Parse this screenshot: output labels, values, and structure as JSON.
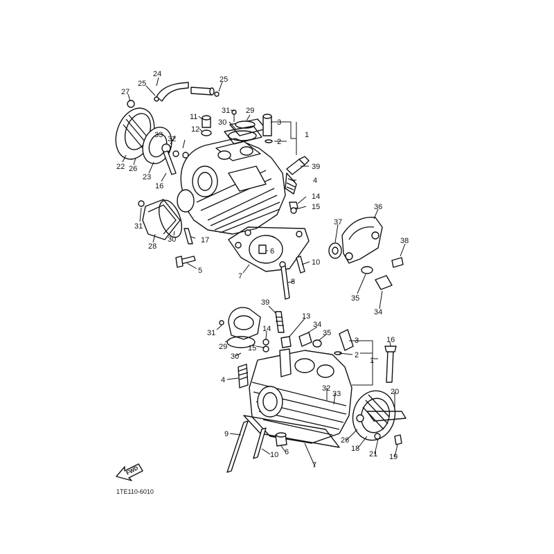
{
  "diagram": {
    "drawing_code": "1TE110-6010",
    "fwd_label": "FWD",
    "callouts": [
      {
        "id": "c-24a",
        "label": "24"
      },
      {
        "id": "c-25a",
        "label": "25"
      },
      {
        "id": "c-25b",
        "label": "25"
      },
      {
        "id": "c-27a",
        "label": "27"
      },
      {
        "id": "c-31a",
        "label": "31"
      },
      {
        "id": "c-29a",
        "label": "29"
      },
      {
        "id": "c-11a",
        "label": "11"
      },
      {
        "id": "c-30a",
        "label": "30"
      },
      {
        "id": "c-3a",
        "label": "3"
      },
      {
        "id": "c-12a",
        "label": "12"
      },
      {
        "id": "c-2a",
        "label": "2"
      },
      {
        "id": "c-1a",
        "label": "1"
      },
      {
        "id": "c-33a",
        "label": "33"
      },
      {
        "id": "c-32a",
        "label": "32"
      },
      {
        "id": "c-22a",
        "label": "22"
      },
      {
        "id": "c-26a",
        "label": "26"
      },
      {
        "id": "c-23a",
        "label": "23"
      },
      {
        "id": "c-16a",
        "label": "16"
      },
      {
        "id": "c-39a",
        "label": "39"
      },
      {
        "id": "c-4a",
        "label": "4"
      },
      {
        "id": "c-14a",
        "label": "14"
      },
      {
        "id": "c-15a",
        "label": "15"
      },
      {
        "id": "c-31b",
        "label": "31"
      },
      {
        "id": "c-28a",
        "label": "28"
      },
      {
        "id": "c-30b",
        "label": "30"
      },
      {
        "id": "c-17a",
        "label": "17"
      },
      {
        "id": "c-5a",
        "label": "5"
      },
      {
        "id": "c-6a",
        "label": "6"
      },
      {
        "id": "c-7a",
        "label": "7"
      },
      {
        "id": "c-10a",
        "label": "10"
      },
      {
        "id": "c-8a",
        "label": "8"
      },
      {
        "id": "c-36a",
        "label": "36"
      },
      {
        "id": "c-37a",
        "label": "37"
      },
      {
        "id": "c-38a",
        "label": "38"
      },
      {
        "id": "c-35a",
        "label": "35"
      },
      {
        "id": "c-34a",
        "label": "34"
      },
      {
        "id": "c-39b",
        "label": "39"
      },
      {
        "id": "c-13a",
        "label": "13"
      },
      {
        "id": "c-14b",
        "label": "14"
      },
      {
        "id": "c-34b",
        "label": "34"
      },
      {
        "id": "c-35b",
        "label": "35"
      },
      {
        "id": "c-31c",
        "label": "31"
      },
      {
        "id": "c-29b",
        "label": "29"
      },
      {
        "id": "c-15b",
        "label": "15"
      },
      {
        "id": "c-3b",
        "label": "3"
      },
      {
        "id": "c-16b",
        "label": "16"
      },
      {
        "id": "c-30c",
        "label": "30"
      },
      {
        "id": "c-2b",
        "label": "2"
      },
      {
        "id": "c-1b",
        "label": "1"
      },
      {
        "id": "c-4b",
        "label": "4"
      },
      {
        "id": "c-32b",
        "label": "32"
      },
      {
        "id": "c-33b",
        "label": "33"
      },
      {
        "id": "c-20a",
        "label": "20"
      },
      {
        "id": "c-9a",
        "label": "9"
      },
      {
        "id": "c-26b",
        "label": "26"
      },
      {
        "id": "c-18a",
        "label": "18"
      },
      {
        "id": "c-21a",
        "label": "21"
      },
      {
        "id": "c-19a",
        "label": "19"
      },
      {
        "id": "c-10b",
        "label": "10"
      },
      {
        "id": "c-6b",
        "label": "6"
      },
      {
        "id": "c-7b",
        "label": "7"
      }
    ]
  }
}
